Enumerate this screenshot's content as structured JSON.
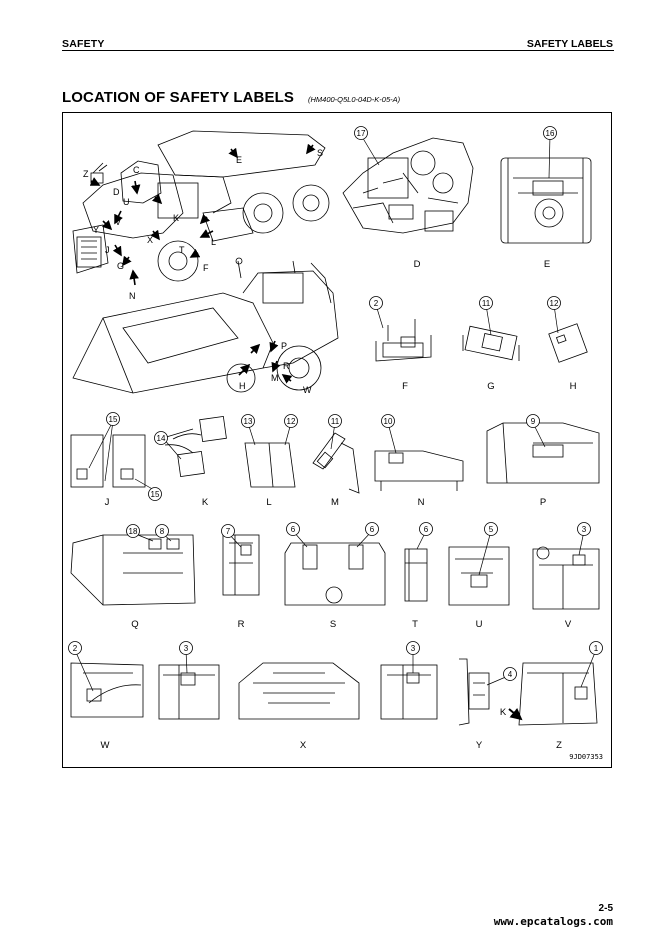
{
  "header": {
    "left": "SAFETY",
    "right": "SAFETY LABELS"
  },
  "title": "LOCATION OF SAFETY LABELS",
  "code": "(HM400-Q5L0-04D-K-05-A)",
  "figure_id": "9JD07353",
  "page_number": "2-5",
  "website": "www.epcatalogs.com",
  "main_view_letters": [
    "Z",
    "D",
    "C",
    "E",
    "S",
    "U",
    "V",
    "Y",
    "T",
    "L",
    "X",
    "F",
    "N",
    "J",
    "G",
    "P",
    "K",
    "R",
    "H",
    "M",
    "W"
  ],
  "panels": [
    {
      "letter": "D",
      "labels": [
        "17"
      ]
    },
    {
      "letter": "E",
      "labels": [
        "16"
      ]
    },
    {
      "letter": "F",
      "labels": [
        "2"
      ]
    },
    {
      "letter": "G",
      "labels": [
        "11"
      ]
    },
    {
      "letter": "H",
      "labels": [
        "12"
      ]
    },
    {
      "letter": "J",
      "labels": [
        "15",
        "15"
      ]
    },
    {
      "letter": "K",
      "labels": [
        "14"
      ]
    },
    {
      "letter": "L",
      "labels": [
        "13",
        "12"
      ]
    },
    {
      "letter": "M",
      "labels": [
        "11"
      ]
    },
    {
      "letter": "N",
      "labels": [
        "10"
      ]
    },
    {
      "letter": "P",
      "labels": [
        "9"
      ]
    },
    {
      "letter": "Q",
      "labels": [
        "18",
        "8"
      ]
    },
    {
      "letter": "R",
      "labels": [
        "7"
      ]
    },
    {
      "letter": "S",
      "labels": [
        "6",
        "6"
      ]
    },
    {
      "letter": "T",
      "labels": [
        "6"
      ]
    },
    {
      "letter": "U",
      "labels": [
        "5"
      ]
    },
    {
      "letter": "V",
      "labels": [
        "3"
      ]
    },
    {
      "letter": "W",
      "labels": [
        "2"
      ]
    },
    {
      "letter": "X",
      "labels": [
        "3"
      ]
    },
    {
      "letter": "X",
      "labels": [
        "3"
      ]
    },
    {
      "letter": "Y",
      "labels": [
        "4"
      ]
    },
    {
      "letter": "Z",
      "labels": [
        "1"
      ]
    }
  ],
  "inset_letter_k": "K"
}
